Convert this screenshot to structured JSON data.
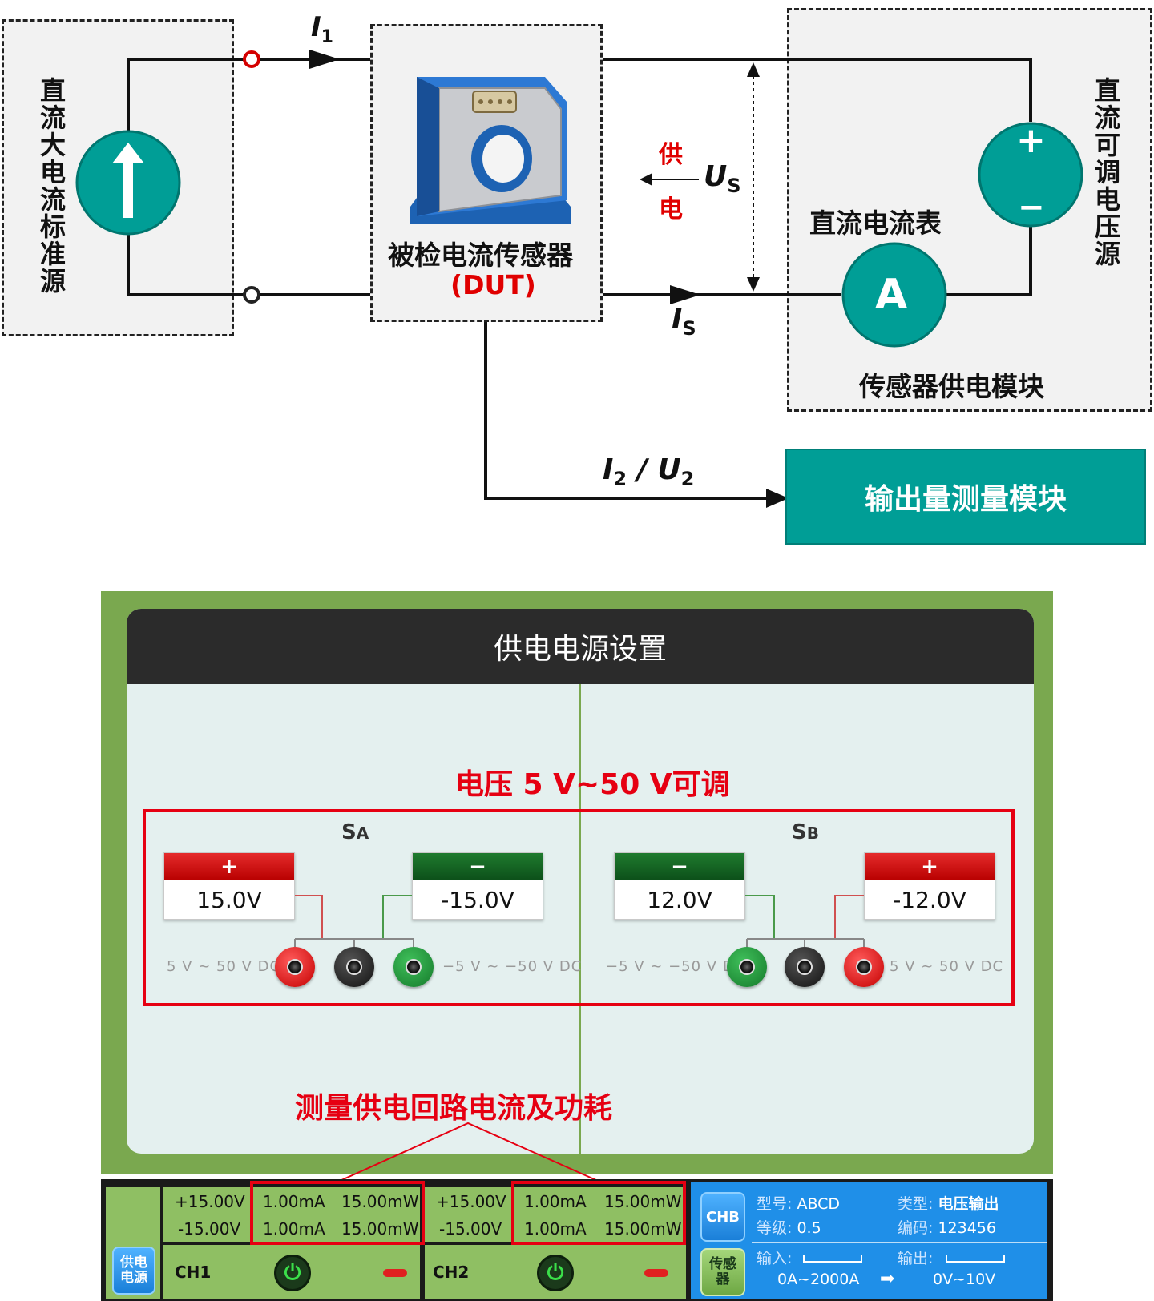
{
  "diagram": {
    "source_label": "直流大电流标准源",
    "dut_label": "被检电流传感器",
    "dut_code": "(DUT)",
    "supply_label_top": "供",
    "supply_label_bottom": "电",
    "meter_label": "直流电流表",
    "meter_symbol": "A",
    "voltage_source_label": "直流可调电压源",
    "module_label": "传感器供电模块",
    "output_module_label": "输出量测量模块",
    "plus_sign": "+",
    "minus_sign": "−",
    "i1_label": "I",
    "i1_sub": "1",
    "us_label": "U",
    "us_sub": "S",
    "is_label": "I",
    "is_sub": "S",
    "i2u2_label_a": "I",
    "i2u2_sub_a": "2",
    "i2u2_sep": " / ",
    "i2u2_label_b": "U",
    "i2u2_sub_b": "2"
  },
  "panel": {
    "title": "供电电源设置",
    "voltage_note": "电压 5 V~50 V可调",
    "current_note": "测量供电回路电流及功耗",
    "sa": {
      "label": "S",
      "sub": "A",
      "plus_box": {
        "sign": "+",
        "value": "15.0V"
      },
      "minus_box": {
        "sign": "−",
        "value": "-15.0V"
      },
      "range_left": "5 V ~ 50 V DC",
      "range_right": "−5 V ~ −50 V DC"
    },
    "sb": {
      "label": "S",
      "sub": "B",
      "minus_box": {
        "sign": "−",
        "value": "12.0V"
      },
      "plus_box": {
        "sign": "+",
        "value": "-12.0V"
      },
      "range_left": "−5 V ~ −50 V DC",
      "range_right": "5 V ~ 50 V DC"
    }
  },
  "status": {
    "supply_button": "供电电源",
    "ch1": {
      "name": "CH1",
      "v_pos": "+15.00V",
      "v_neg": "-15.00V",
      "i_pos": "1.00mA",
      "i_neg": "1.00mA",
      "p_pos": "15.00mW",
      "p_neg": "15.00mW"
    },
    "ch2": {
      "name": "CH2",
      "v_pos": "+15.00V",
      "v_neg": "-15.00V",
      "i_pos": "1.00mA",
      "i_neg": "1.00mA",
      "p_pos": "15.00mW",
      "p_neg": "15.00mW"
    },
    "chb_button": "CHB",
    "sensor_button": "传感器",
    "info": {
      "model_k": "型号:",
      "model_v": "ABCD",
      "type_k": "类型:",
      "type_v": "电压输出",
      "grade_k": "等级:",
      "grade_v": "0.5",
      "code_k": "编码:",
      "code_v": "123456",
      "input_k": "输入:",
      "output_k": "输出:",
      "input_range": "0A~2000A",
      "output_range": "0V~10V"
    }
  },
  "colors": {
    "teal": "#009e96",
    "panel_green": "#7aa84f",
    "accent_red": "#e60012"
  }
}
